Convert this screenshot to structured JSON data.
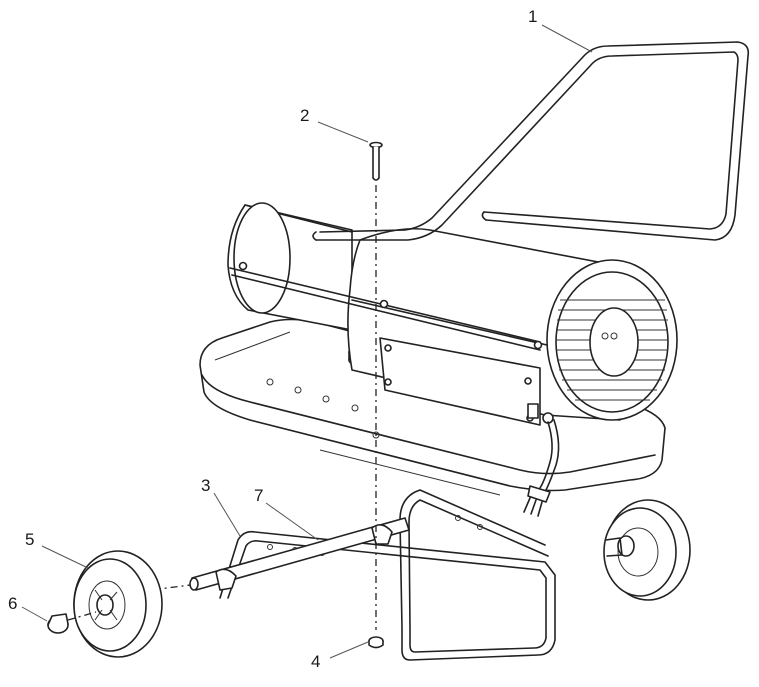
{
  "callouts": [
    {
      "id": "handle",
      "number": "1"
    },
    {
      "id": "bolt",
      "number": "2"
    },
    {
      "id": "wheel-frame",
      "number": "3"
    },
    {
      "id": "nut",
      "number": "4"
    },
    {
      "id": "wheel",
      "number": "5"
    },
    {
      "id": "hub-cap",
      "number": "6"
    },
    {
      "id": "axle",
      "number": "7"
    }
  ]
}
